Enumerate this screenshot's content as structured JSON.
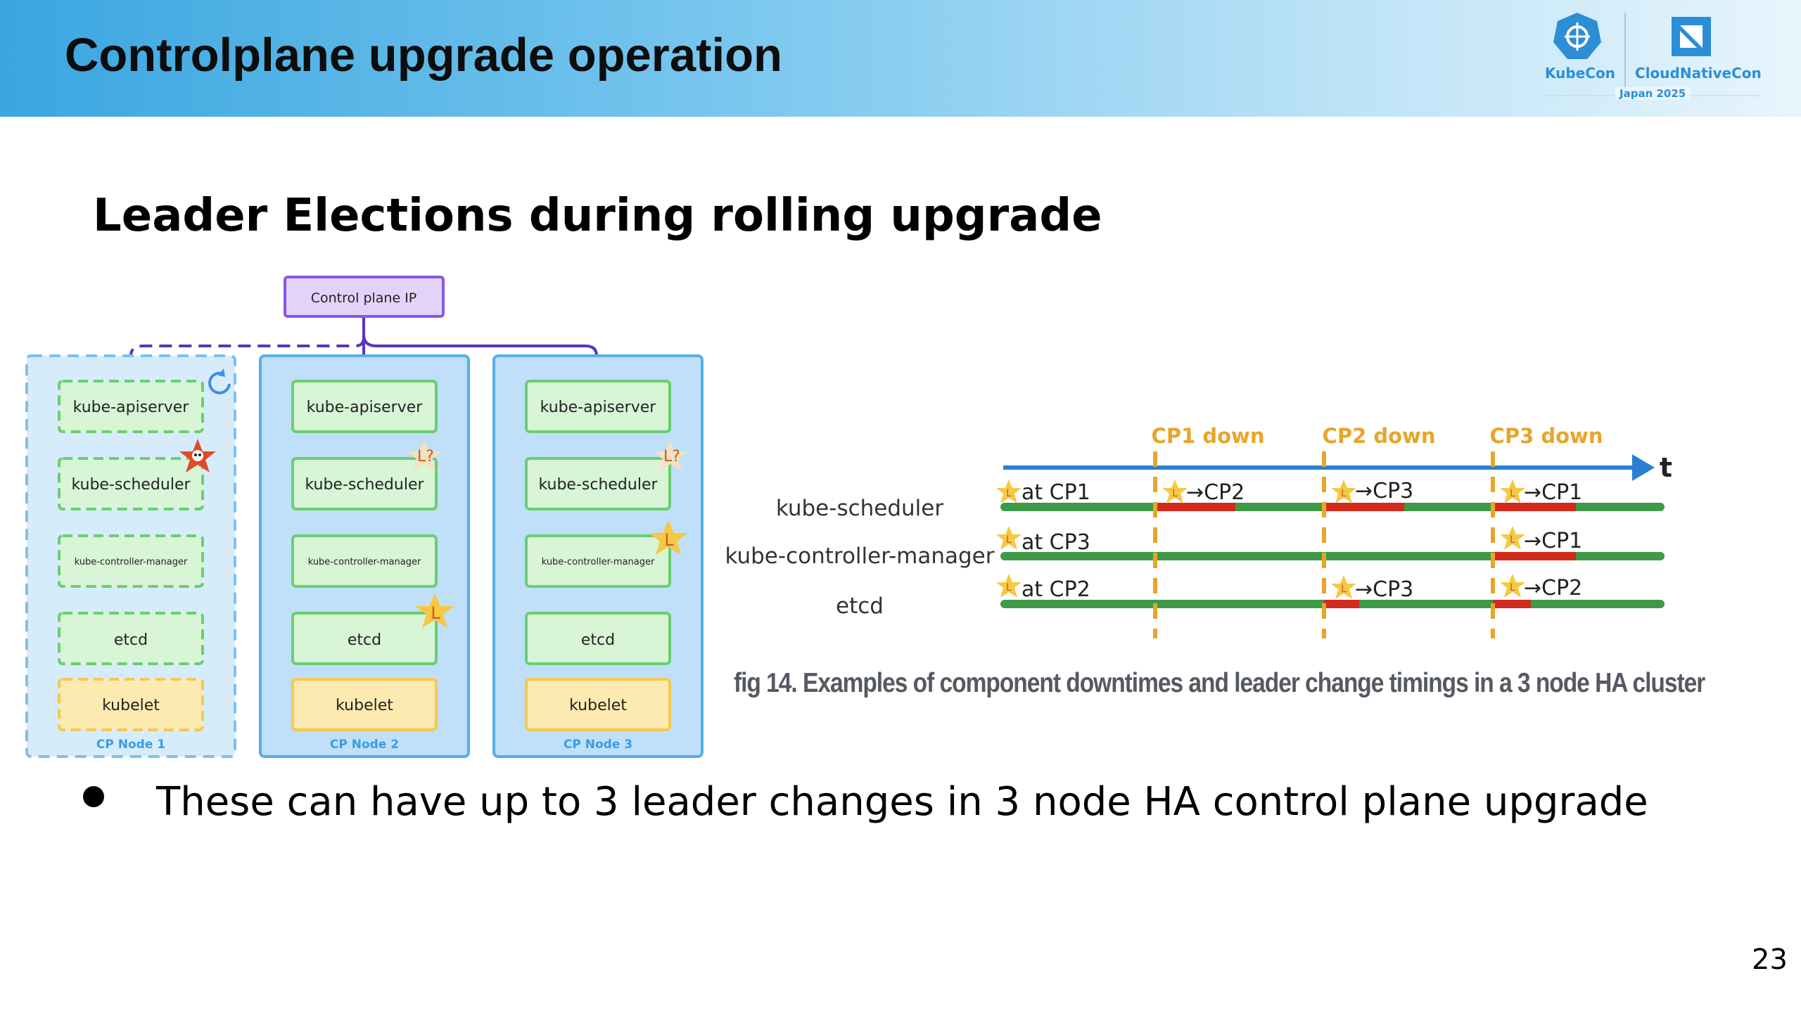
{
  "header": {
    "title": "Controlplane upgrade operation",
    "logo": {
      "left": "KubeCon",
      "right": "CloudNativeCon",
      "event": "Japan 2025"
    }
  },
  "subtitle": "Leader Elections during rolling upgrade",
  "diagram": {
    "control_plane_ip": "Control plane IP",
    "nodes": [
      {
        "name": "CP Node 1",
        "apiserver": "kube-apiserver",
        "scheduler": "kube-scheduler",
        "controller": "kube-controller-manager",
        "etcd": "etcd",
        "kubelet": "kubelet",
        "status": "down"
      },
      {
        "name": "CP Node 2",
        "apiserver": "kube-apiserver",
        "scheduler": "kube-scheduler",
        "controller": "kube-controller-manager",
        "etcd": "etcd",
        "kubelet": "kubelet",
        "scheduler_badge": "L?",
        "etcd_badge": "L"
      },
      {
        "name": "CP Node 3",
        "apiserver": "kube-apiserver",
        "scheduler": "kube-scheduler",
        "controller": "kube-controller-manager",
        "etcd": "etcd",
        "kubelet": "kubelet",
        "scheduler_badge": "L?",
        "controller_badge": "L"
      }
    ]
  },
  "timeline": {
    "axis_label": "t",
    "events": [
      "CP1 down",
      "CP2 down",
      "CP3 down"
    ],
    "rows": [
      {
        "label": "kube-scheduler",
        "initial": "at CP1",
        "changes": [
          "→CP2",
          "→CP3",
          "→CP1"
        ]
      },
      {
        "label": "kube-controller-manager",
        "initial": "at CP3",
        "changes": [
          "→CP1"
        ]
      },
      {
        "label": "etcd",
        "initial": "at CP2",
        "changes": [
          "→CP3",
          "→CP2"
        ]
      }
    ],
    "star_label": "L",
    "caption": "fig 14. Examples of component downtimes and leader change timings in a 3 node HA cluster"
  },
  "bullet": "These can have up to 3 leader changes in 3 node HA control plane upgrade",
  "page_number": "23",
  "colors": {
    "header_start": "#3aa6e0",
    "node_fill": "#bfe0f8",
    "node_border": "#58aee8",
    "component_fill": "#d8f5d6",
    "component_border": "#6ccd72",
    "kubelet_fill": "#fdeab0",
    "kubelet_border": "#f3c94f",
    "arrow": "#5a34b8",
    "ip_fill": "#e3d3fb",
    "timeline_axis": "#2a7fd4",
    "timeline_green": "#3e9a46",
    "timeline_red": "#d32a1e",
    "timeline_orange": "#e8a52a"
  }
}
